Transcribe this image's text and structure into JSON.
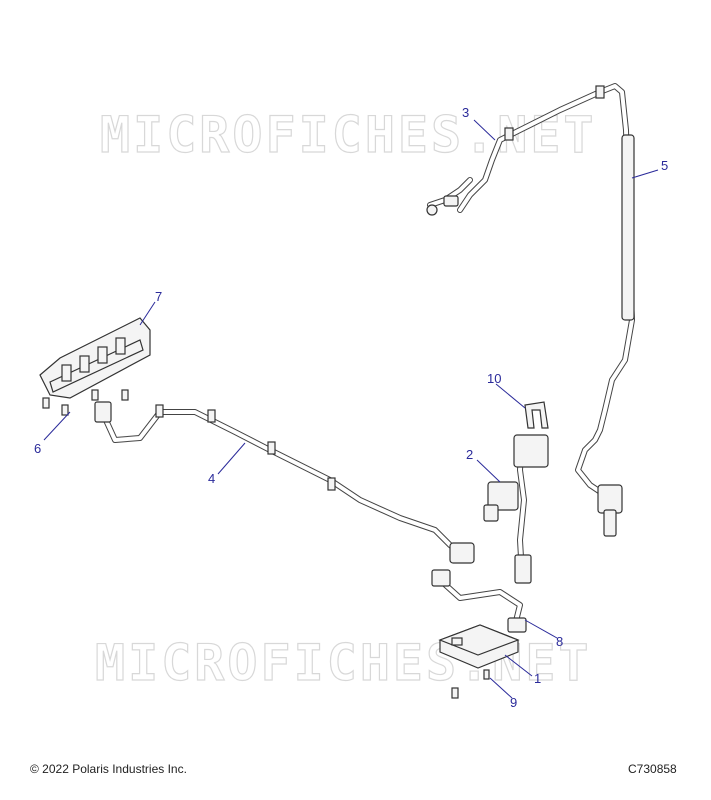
{
  "watermark": "MICROFICHES.NET",
  "callouts": [
    {
      "id": "1",
      "label": "1"
    },
    {
      "id": "2",
      "label": "2"
    },
    {
      "id": "3",
      "label": "3"
    },
    {
      "id": "4",
      "label": "4"
    },
    {
      "id": "5",
      "label": "5"
    },
    {
      "id": "6",
      "label": "6"
    },
    {
      "id": "7",
      "label": "7"
    },
    {
      "id": "8",
      "label": "8"
    },
    {
      "id": "9",
      "label": "9"
    },
    {
      "id": "10",
      "label": "10"
    }
  ],
  "footer": {
    "copyright": "© 2022 Polaris Industries Inc.",
    "drawing_number": "C730858"
  },
  "colors": {
    "callout": "#2a2a9a",
    "line": "#333333",
    "watermark": "#d8d8d8"
  }
}
